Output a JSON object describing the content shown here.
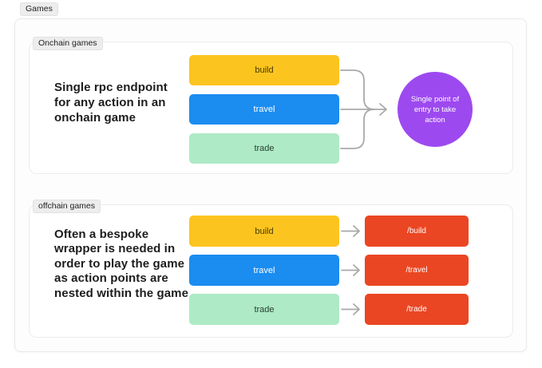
{
  "header": {
    "tab_label": "Games"
  },
  "connector_color": "#a9a9a9",
  "sections": [
    {
      "label": "Onchain games",
      "description": "Single rpc endpoint for any action in an onchain game",
      "nodes": [
        {
          "label": "build",
          "bg": "#fcc41f",
          "fg": "#453a05"
        },
        {
          "label": "travel",
          "bg": "#1b8cf0",
          "fg": "#ffffff"
        },
        {
          "label": "trade",
          "bg": "#aeeac6",
          "fg": "#27402f"
        }
      ],
      "target_circle": {
        "label": "Single point of entry to take action",
        "bg": "#9d49f0",
        "fg": "#ffffff"
      }
    },
    {
      "label": "offchain games",
      "description": "Often a bespoke wrapper is needed in order to play the game as action points are nested within the game",
      "nodes": [
        {
          "label": "build",
          "bg": "#fcc41f",
          "fg": "#453a05"
        },
        {
          "label": "travel",
          "bg": "#1b8cf0",
          "fg": "#ffffff"
        },
        {
          "label": "trade",
          "bg": "#aeeac6",
          "fg": "#27402f"
        }
      ],
      "endpoints": [
        {
          "label": "/build",
          "bg": "#ea4623",
          "fg": "#ffffff"
        },
        {
          "label": "/travel",
          "bg": "#ea4623",
          "fg": "#ffffff"
        },
        {
          "label": "/trade",
          "bg": "#ea4623",
          "fg": "#ffffff"
        }
      ]
    }
  ]
}
